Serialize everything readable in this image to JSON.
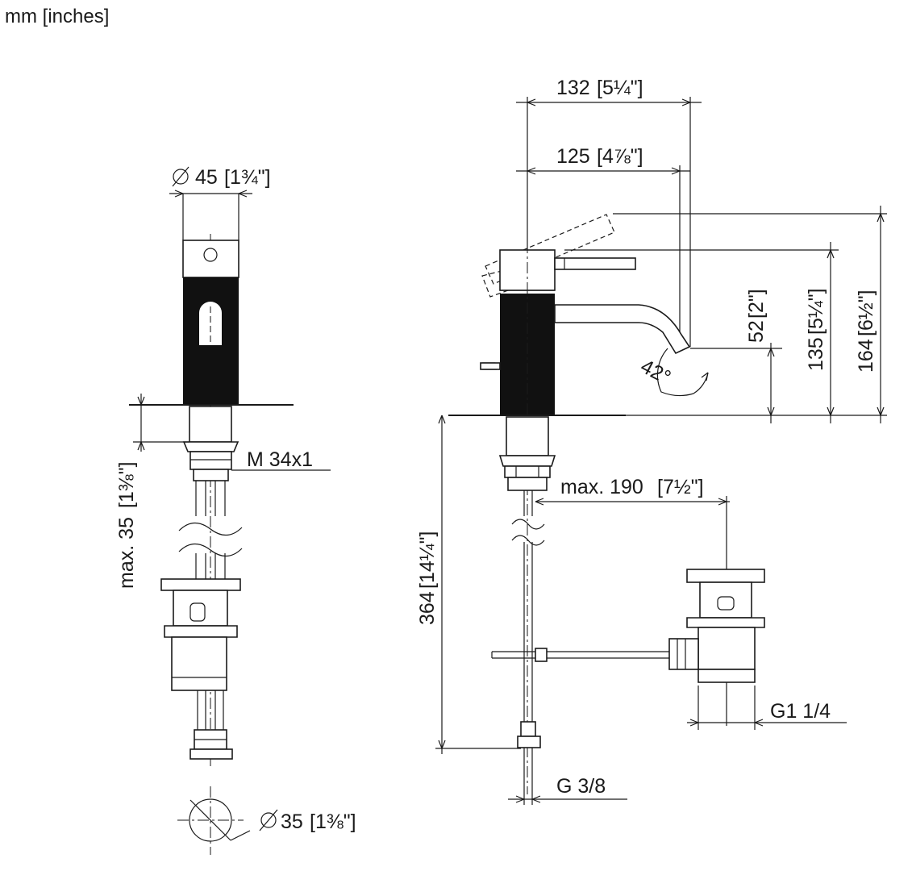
{
  "units_label": "mm [inches]",
  "dimensions": {
    "diameter_45": "45",
    "diameter_45_in": "[1¾\"]",
    "thread_m34": "M 34x1",
    "max35": "max. 35",
    "max35_in": "[1⅜\"]",
    "diameter_35": "35",
    "diameter_35_in": "[1⅜\"]",
    "d132": "132",
    "d132_in": "[5¼\"]",
    "d125": "125",
    "d125_in": "[4⅞\"]",
    "d52": "52",
    "d52_in": "[2\"]",
    "d135": "135",
    "d135_in": "[5¼\"]",
    "d164": "164",
    "d164_in": "[6½\"]",
    "angle42": "42°",
    "max190": "max. 190",
    "max190_in": "[7½\"]",
    "d364": "364",
    "d364_in": "[14¼\"]",
    "g114": "G1 1/4",
    "g38": "G 3/8"
  }
}
